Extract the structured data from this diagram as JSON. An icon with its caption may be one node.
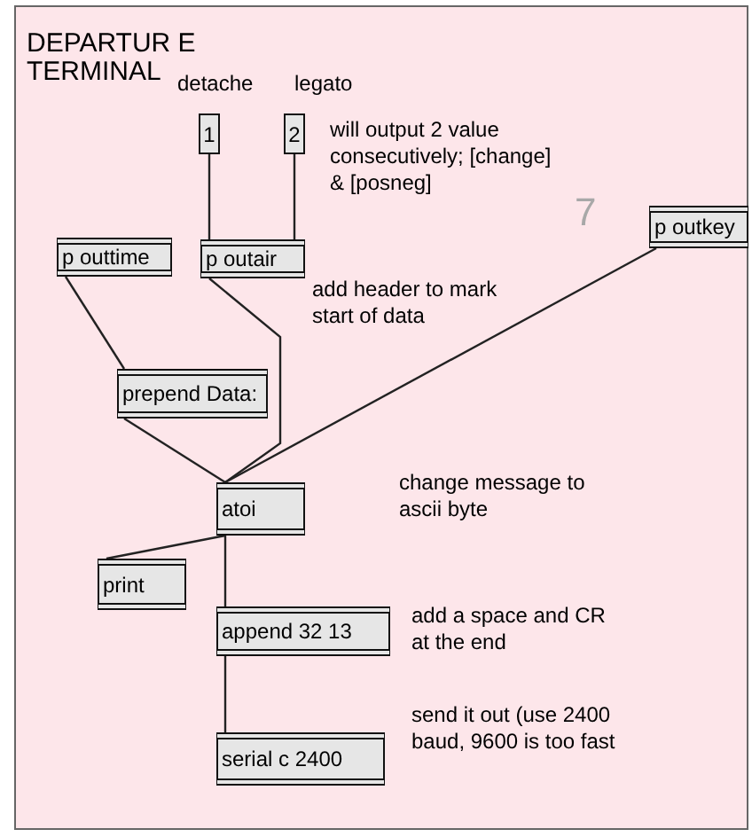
{
  "diagram": {
    "title": "DEPARTUR E TERMINAL",
    "nodes": [
      {
        "text": [
          "1"
        ]
      },
      {
        "text": [
          "2"
        ]
      },
      {
        "text": [
          "p outtime"
        ]
      },
      {
        "text": [
          "p outair"
        ]
      },
      {
        "text": [
          "p outkey"
        ]
      },
      {
        "text": [
          "prepend Data:"
        ]
      },
      {
        "text": [
          "atoi"
        ]
      },
      {
        "text": [
          "print"
        ]
      },
      {
        "text": [
          "append 32 13"
        ]
      },
      {
        "text": [
          "serial c 2400"
        ]
      }
    ],
    "edges": [
      {
        "from": 0,
        "to": 3,
        "arrow": "none"
      },
      {
        "from": 1,
        "to": 3,
        "arrow": "none"
      },
      {
        "from": 2,
        "to": 5,
        "arrow": "none"
      },
      {
        "from": 3,
        "to": 6,
        "arrow": "none"
      },
      {
        "from": 5,
        "to": 6,
        "arrow": "none"
      },
      {
        "from": 4,
        "to": 6,
        "arrow": "none"
      },
      {
        "from": 6,
        "to": 7,
        "arrow": "none"
      },
      {
        "from": 6,
        "to": 8,
        "arrow": "none"
      },
      {
        "from": 8,
        "to": 9,
        "arrow": "none"
      }
    ],
    "labels": [
      "detache",
      "legato",
      "will output 2 value consecutively; [change] & [posneg]",
      "7",
      "add header to mark start of data",
      "change message to ascii byte",
      "add a space and CR at the end",
      "send it out (use 2400 baud, 9600 is too fast"
    ]
  }
}
